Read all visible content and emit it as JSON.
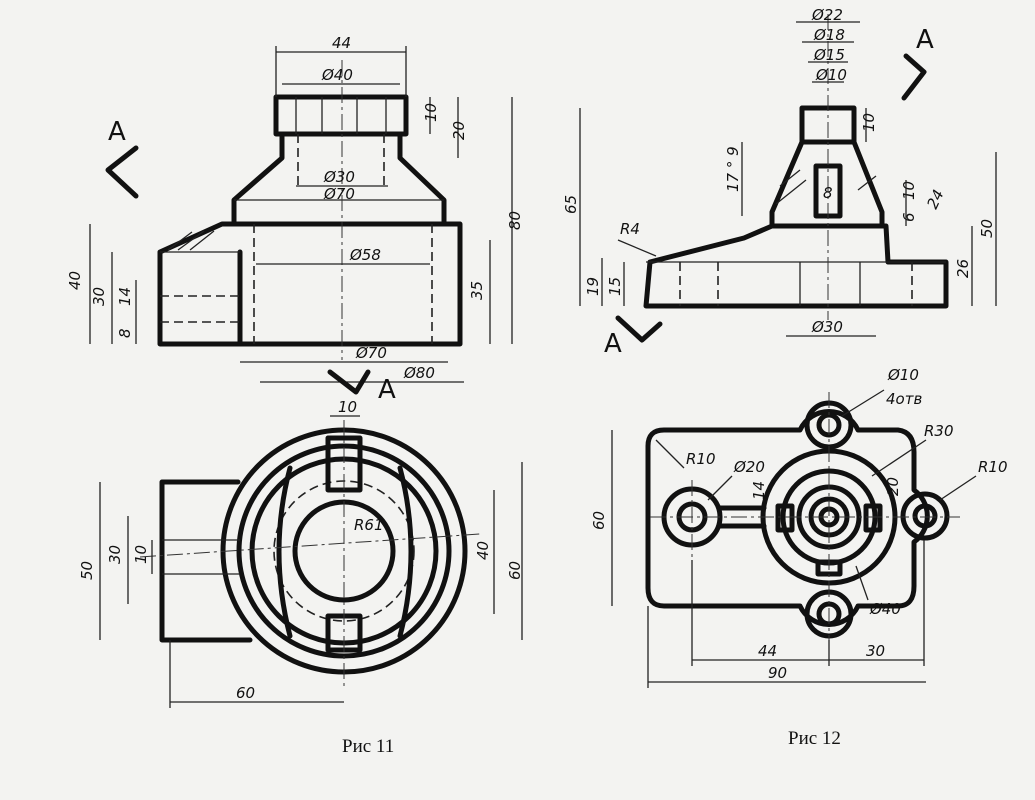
{
  "fig11": {
    "caption": "Рис 11",
    "section_front_left": "А",
    "section_front_bottom": "А",
    "dims": {
      "d44": "44",
      "d40": "Ø40",
      "d10": "10",
      "d20": "20",
      "d30": "Ø30",
      "d70top": "Ø70",
      "d80h": "80",
      "d58": "Ø58",
      "d40h": "40",
      "d30h": "30",
      "d14": "14",
      "d8": "8",
      "d35": "35",
      "d70bot": "Ø70",
      "d80bot": "Ø80",
      "top10": "10",
      "r61": "R61",
      "t50": "50",
      "t30": "30",
      "t10": "10",
      "t40": "40",
      "t60": "60",
      "t60h": "60"
    }
  },
  "fig12": {
    "caption": "Рис 12",
    "section_top": "А",
    "section_bottom": "А",
    "dims": {
      "d22": "Ø22",
      "d18": "Ø18",
      "d15": "Ø15",
      "d10": "Ø10",
      "h10": "10",
      "h17": "17 ° 9",
      "h24": "24",
      "b8": "8",
      "h65": "65",
      "r4": "R4",
      "h10b": "10",
      "h6": "6",
      "h50": "50",
      "h19": "19",
      "h15": "15",
      "h26": "26",
      "d30": "Ø30",
      "p10": "Ø10",
      "p4": "4отв",
      "r10a": "R10",
      "r30": "R30",
      "r10b": "R10",
      "d20": "Ø20",
      "p14": "14",
      "p20": "20",
      "p60": "60",
      "d40": "Ø40",
      "w44": "44",
      "w30": "30",
      "w90": "90"
    }
  }
}
